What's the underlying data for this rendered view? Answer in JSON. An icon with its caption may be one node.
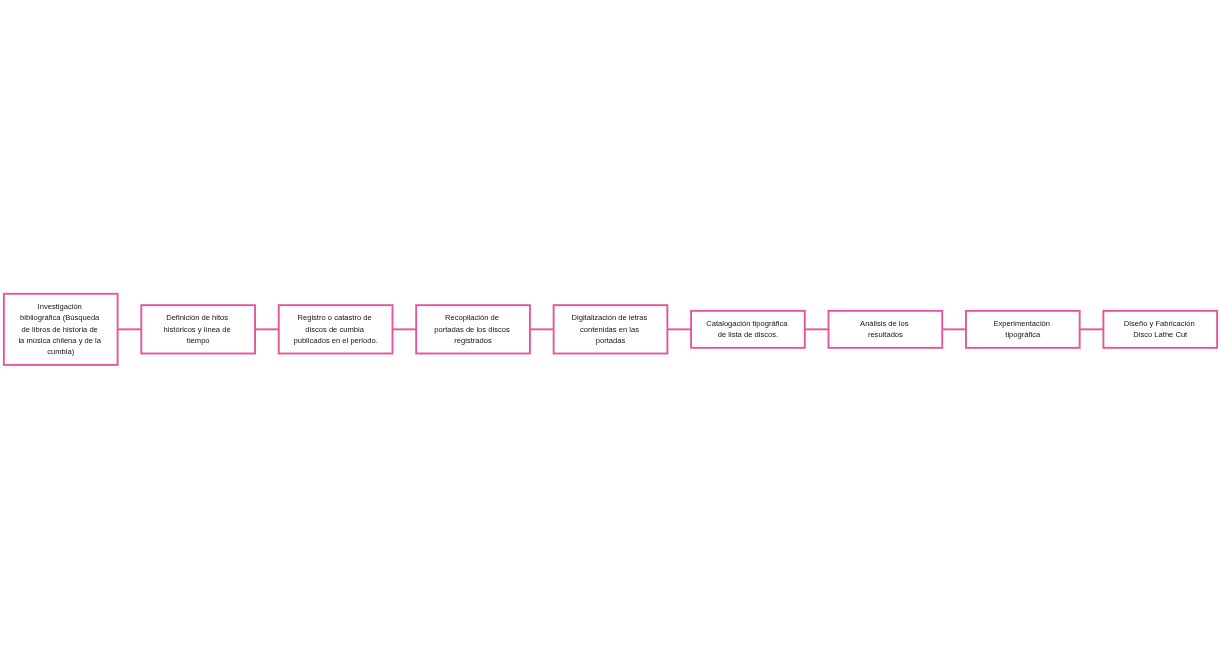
{
  "diagram": {
    "nodes": [
      {
        "text": [
          "Investigación bibliográfica (Búsqueda de libros de historia de la música chilena y de la cumbia)"
        ]
      },
      {
        "text": [
          "Definición de hitos históricos y línea de tiempo"
        ]
      },
      {
        "text": [
          "Registro o catastro de discos de cumbia publicados en el periodo."
        ]
      },
      {
        "text": [
          "Catalogación tipográfica de lista de discos."
        ]
      },
      {
        "text": [
          "Digitalización de letras contenidas en las portadas"
        ]
      },
      {
        "text": [
          "Recopilación de portadas de los discos registrados"
        ]
      },
      {
        "text": [
          "Análisis de los resultados"
        ]
      },
      {
        "text": [
          "Experimentación tipográfica"
        ]
      },
      {
        "text": [
          "Diseño y Fabricación Disco Lathe Cut"
        ]
      }
    ],
    "edges": [
      {
        "from": 0,
        "to": 1,
        "arrow": "none"
      },
      {
        "from": 1,
        "to": 2,
        "arrow": "none"
      },
      {
        "from": 2,
        "to": 5,
        "arrow": "none"
      },
      {
        "from": 5,
        "to": 4,
        "arrow": "none"
      },
      {
        "from": 4,
        "to": 3,
        "arrow": "none"
      },
      {
        "from": 3,
        "to": 6,
        "arrow": "none"
      },
      {
        "from": 6,
        "to": 7,
        "arrow": "none"
      },
      {
        "from": 7,
        "to": 8,
        "arrow": "none"
      }
    ]
  }
}
